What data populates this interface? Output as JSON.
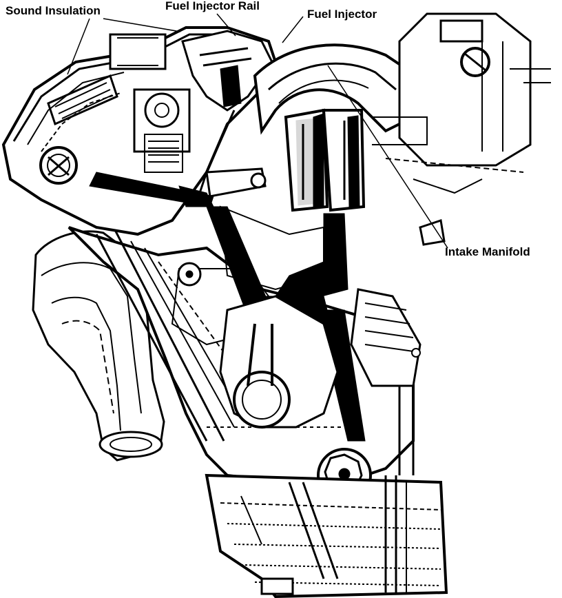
{
  "labels": {
    "sound_insulation": "Sound Insulation",
    "fuel_injector_rail": "Fuel Injector Rail",
    "fuel_injector": "Fuel Injector",
    "intake_manifold": "Intake Manifold"
  },
  "colors": {
    "ink": "#000000",
    "paper": "#ffffff"
  }
}
